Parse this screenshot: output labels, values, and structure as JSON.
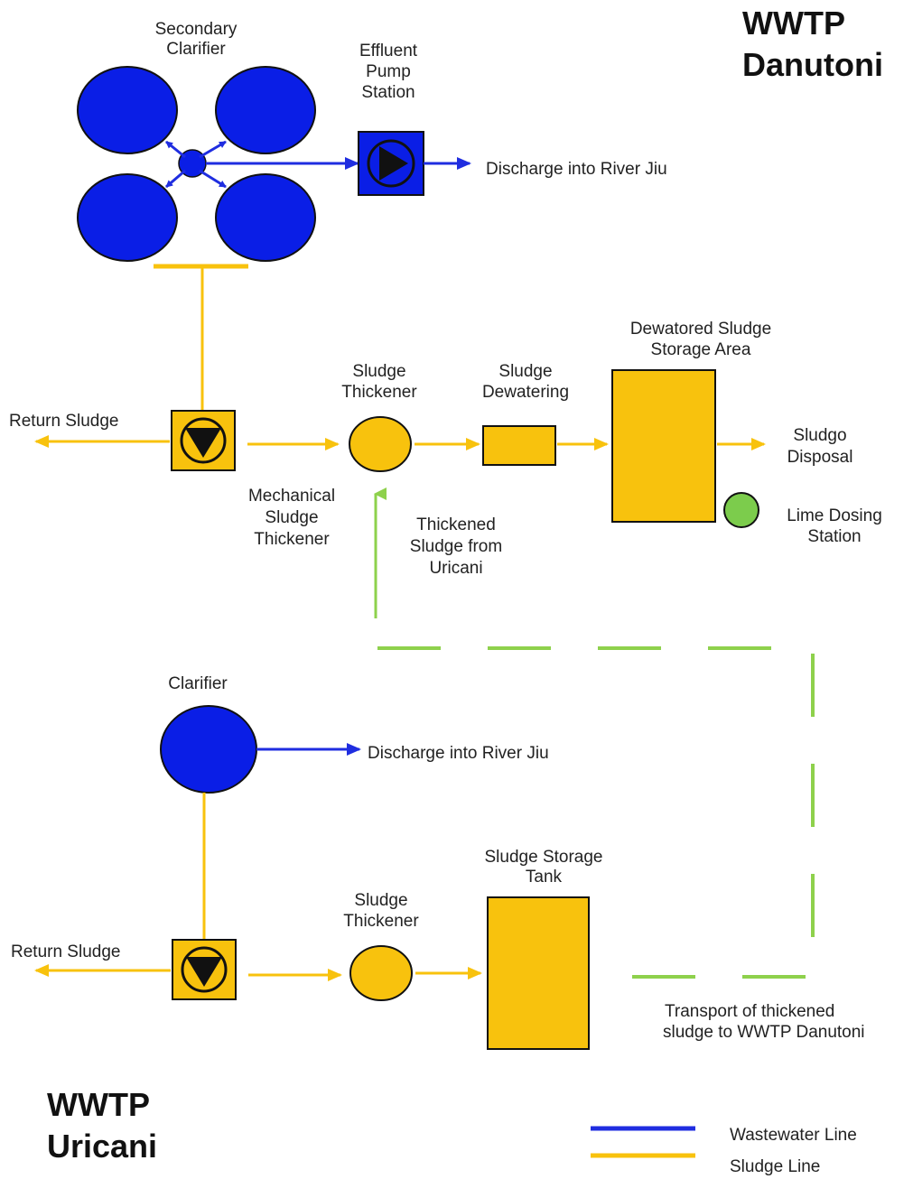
{
  "colors": {
    "wastewater": "#1f2de0",
    "sludge": "#f8c20d",
    "transport": "#8ed14c",
    "clarifier_fill": "#0a1ee6",
    "lime": "#7ccc4c",
    "outline": "#222222"
  },
  "danutoni": {
    "title_line1": "WWTP",
    "title_line2": "Danutoni",
    "secondary_clarifier_line1": "Secondary",
    "secondary_clarifier_line2": "Clarifier",
    "effluent_line1": "Effluent",
    "effluent_line2": "Pump",
    "effluent_line3": "Station",
    "discharge": "Discharge  into River Jiu",
    "return_sludge": "Return Sludge",
    "mech_line1": "Mechanical",
    "mech_line2": "Sludge",
    "mech_line3": "Thickener",
    "thickener_line1": "Sludge",
    "thickener_line2": "Thickener",
    "dewatering_line1": "Sludge",
    "dewatering_line2": "Dewatering",
    "storage_line1": "Dewatored Sludge",
    "storage_line2": "Storage Area",
    "disposal_line1": "Sludgo",
    "disposal_line2": "Disposal",
    "lime_line1": "Lime Dosing",
    "lime_line2": "Station",
    "from_uricani_line1": "Thickened",
    "from_uricani_line2": "Sludge from",
    "from_uricani_line3": "Uricani"
  },
  "uricani": {
    "title_line1": "WWTP",
    "title_line2": "Uricani",
    "clarifier": "Clarifier",
    "discharge": "Discharge  into River Jiu",
    "return_sludge": "Return Sludge",
    "thickener_line1": "Sludge",
    "thickener_line2": "Thickener",
    "tank_line1": "Sludge Storage",
    "tank_line2": "Tank",
    "transport_line1": "Transport of thickened",
    "transport_line2": "sludge to WWTP Danutoni"
  },
  "legend": {
    "wastewater": "Wastewater Line",
    "sludge": "Sludge Line"
  }
}
